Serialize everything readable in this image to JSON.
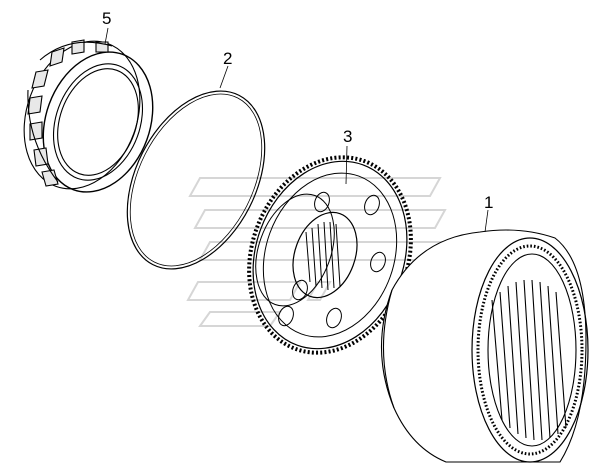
{
  "callouts": [
    {
      "id": "5",
      "text": "5"
    },
    {
      "id": "2",
      "text": "2"
    },
    {
      "id": "3",
      "text": "3"
    },
    {
      "id": "1",
      "text": "1"
    }
  ],
  "parts": [
    {
      "callout": "5",
      "kind": "roller-bearing-icon"
    },
    {
      "callout": "2",
      "kind": "retaining-ring-icon"
    },
    {
      "callout": "3",
      "kind": "gear-hub-icon"
    },
    {
      "callout": "1",
      "kind": "ring-gear-icon"
    }
  ]
}
